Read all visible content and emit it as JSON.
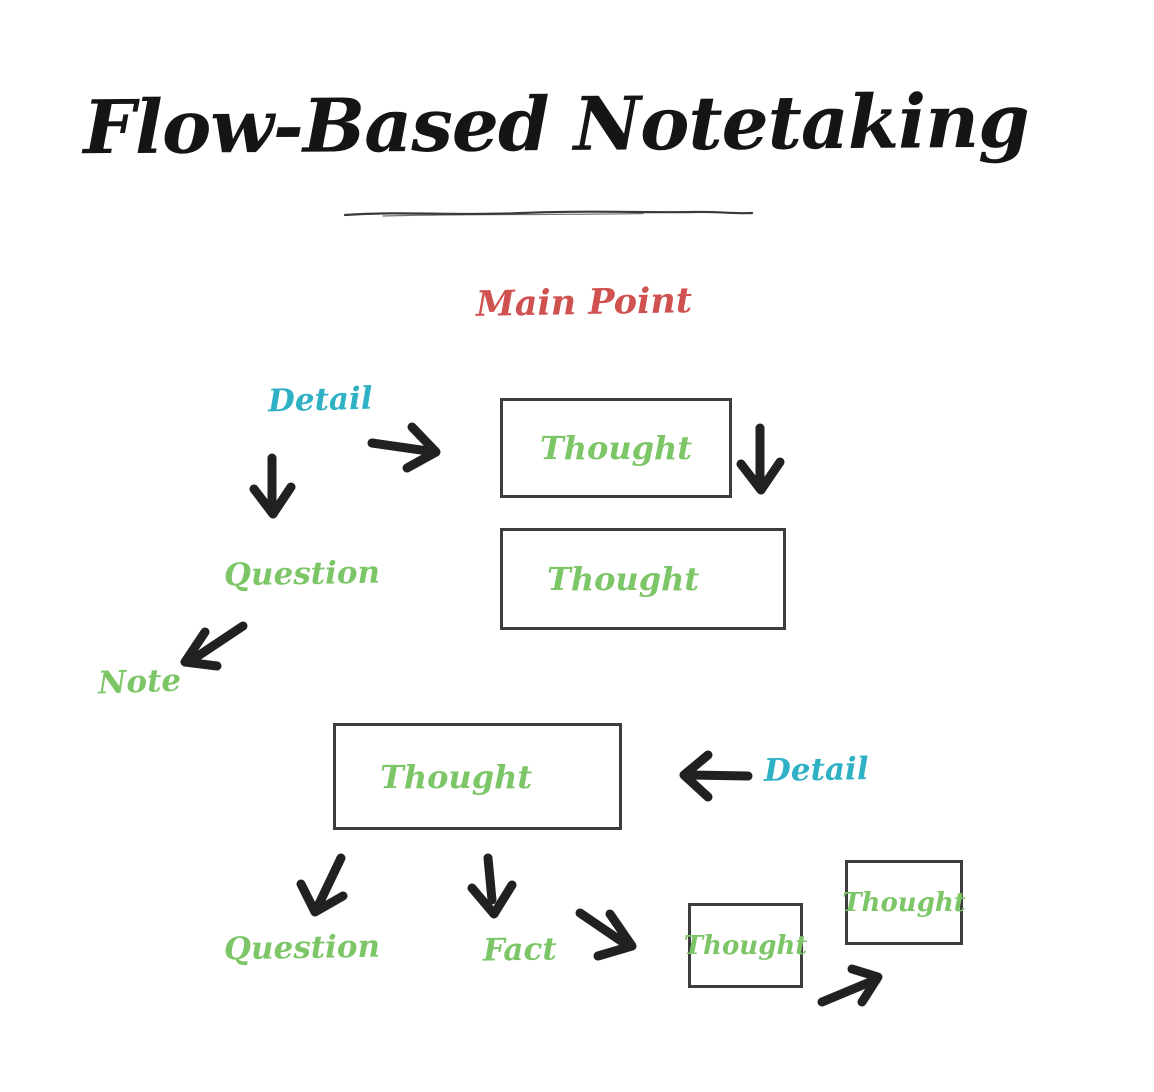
{
  "title": {
    "text": "Flow-Based Notetaking"
  },
  "colors": {
    "title": "#151515",
    "underline": "#3a3a3a",
    "main_point": "#cf5150",
    "detail": "#2fb1c5",
    "green": "#7cc668",
    "arrow": "#212121",
    "box_border": "#3d3d3d",
    "background": "#ffffff"
  },
  "labels": {
    "main_point": "Main Point",
    "detail_top_left": "Detail",
    "question_middle": "Question",
    "note": "Note",
    "detail_right": "Detail",
    "question_bottom": "Question",
    "fact": "Fact"
  },
  "boxes": [
    {
      "id": "thought-box-1",
      "label": "Thought"
    },
    {
      "id": "thought-box-2",
      "label": "Thought"
    },
    {
      "id": "thought-box-3",
      "label": "Thought"
    },
    {
      "id": "thought-box-4",
      "label": "Thought"
    },
    {
      "id": "thought-box-5",
      "label": "Thought"
    }
  ],
  "icons": {
    "arrow_right": "→",
    "arrow_down": "↓",
    "arrow_down_left": "↙",
    "arrow_left": "←",
    "arrow_down_right": "↘",
    "arrow_up_right": "↗"
  }
}
